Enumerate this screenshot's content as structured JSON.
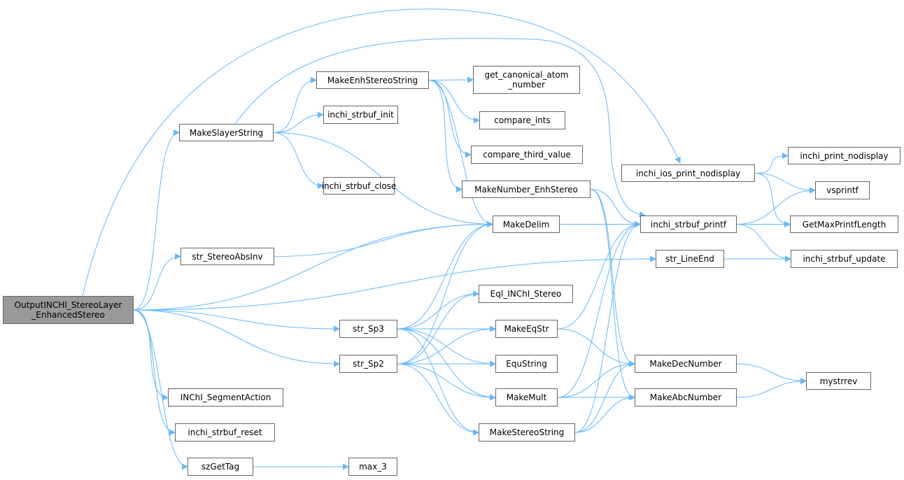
{
  "graph": {
    "root": "OutputINCHI_StereoLayer\n_EnhancedStereo",
    "nodes": {
      "root": "OutputINCHI_StereoLayer\n_EnhancedStereo",
      "MakeEnhStereoString": "MakeEnhStereoString",
      "MakeSlayerString": "MakeSlayerString",
      "inchi_strbuf_init": "inchi_strbuf_init",
      "inchi_strbuf_close": "inchi_strbuf_close",
      "str_StereoAbsInv": "str_StereoAbsInv",
      "get_canonical_atom_number": "get_canonical_atom\n_number",
      "compare_ints": "compare_ints",
      "compare_third_value": "compare_third_value",
      "MakeNumber_EnhStereo": "MakeNumber_EnhStereo",
      "MakeDelim": "MakeDelim",
      "inchi_ios_print_nodisplay": "inchi_ios_print_nodisplay",
      "inchi_print_nodisplay": "inchi_print_nodisplay",
      "vsprintf": "vsprintf",
      "inchi_strbuf_printf": "inchi_strbuf_printf",
      "GetMaxPrintfLength": "GetMaxPrintfLength",
      "str_LineEnd": "str_LineEnd",
      "inchi_strbuf_update": "inchi_strbuf_update",
      "Eql_INChI_Stereo": "Eql_INChI_Stereo",
      "str_Sp3": "str_Sp3",
      "MakeEqStr": "MakeEqStr",
      "str_Sp2": "str_Sp2",
      "EquString": "EquString",
      "MakeDecNumber": "MakeDecNumber",
      "mystrrev": "mystrrev",
      "MakeMult": "MakeMult",
      "MakeAbcNumber": "MakeAbcNumber",
      "MakeStereoString": "MakeStereoString",
      "INChI_SegmentAction": "INChI_SegmentAction",
      "inchi_strbuf_reset": "inchi_strbuf_reset",
      "szGetTag": "szGetTag",
      "max_3": "max_3"
    },
    "edges": [
      [
        "root",
        "MakeSlayerString"
      ],
      [
        "root",
        "inchi_ios_print_nodisplay"
      ],
      [
        "root",
        "MakeDelim"
      ],
      [
        "root",
        "str_StereoAbsInv"
      ],
      [
        "root",
        "str_LineEnd"
      ],
      [
        "root",
        "str_Sp3"
      ],
      [
        "root",
        "str_Sp2"
      ],
      [
        "root",
        "INChI_SegmentAction"
      ],
      [
        "root",
        "inchi_strbuf_reset"
      ],
      [
        "root",
        "szGetTag"
      ],
      [
        "MakeSlayerString",
        "MakeEnhStereoString"
      ],
      [
        "MakeSlayerString",
        "inchi_strbuf_init"
      ],
      [
        "MakeSlayerString",
        "inchi_strbuf_close"
      ],
      [
        "MakeSlayerString",
        "MakeDelim"
      ],
      [
        "MakeSlayerString",
        "inchi_strbuf_printf"
      ],
      [
        "MakeEnhStereoString",
        "get_canonical_atom_number"
      ],
      [
        "MakeEnhStereoString",
        "compare_ints"
      ],
      [
        "MakeEnhStereoString",
        "compare_third_value"
      ],
      [
        "MakeEnhStereoString",
        "MakeNumber_EnhStereo"
      ],
      [
        "MakeEnhStereoString",
        "MakeDelim"
      ],
      [
        "MakeNumber_EnhStereo",
        "inchi_strbuf_printf"
      ],
      [
        "MakeNumber_EnhStereo",
        "MakeDecNumber"
      ],
      [
        "MakeNumber_EnhStereo",
        "MakeAbcNumber"
      ],
      [
        "MakeDelim",
        "inchi_strbuf_printf"
      ],
      [
        "str_StereoAbsInv",
        "MakeDelim"
      ],
      [
        "inchi_ios_print_nodisplay",
        "inchi_print_nodisplay"
      ],
      [
        "inchi_ios_print_nodisplay",
        "vsprintf"
      ],
      [
        "inchi_ios_print_nodisplay",
        "GetMaxPrintfLength"
      ],
      [
        "inchi_strbuf_printf",
        "vsprintf"
      ],
      [
        "inchi_strbuf_printf",
        "GetMaxPrintfLength"
      ],
      [
        "inchi_strbuf_printf",
        "inchi_strbuf_update"
      ],
      [
        "str_LineEnd",
        "inchi_strbuf_update"
      ],
      [
        "str_Sp3",
        "MakeDelim"
      ],
      [
        "str_Sp3",
        "Eql_INChI_Stereo"
      ],
      [
        "str_Sp3",
        "MakeEqStr"
      ],
      [
        "str_Sp3",
        "EquString"
      ],
      [
        "str_Sp3",
        "MakeMult"
      ],
      [
        "str_Sp3",
        "MakeStereoString"
      ],
      [
        "str_Sp2",
        "MakeDelim"
      ],
      [
        "str_Sp2",
        "Eql_INChI_Stereo"
      ],
      [
        "str_Sp2",
        "MakeEqStr"
      ],
      [
        "str_Sp2",
        "EquString"
      ],
      [
        "str_Sp2",
        "MakeMult"
      ],
      [
        "str_Sp2",
        "MakeStereoString"
      ],
      [
        "MakeEqStr",
        "inchi_strbuf_printf"
      ],
      [
        "MakeEqStr",
        "MakeDecNumber"
      ],
      [
        "MakeMult",
        "inchi_strbuf_printf"
      ],
      [
        "MakeMult",
        "MakeDecNumber"
      ],
      [
        "MakeMult",
        "MakeAbcNumber"
      ],
      [
        "MakeStereoString",
        "inchi_strbuf_printf"
      ],
      [
        "MakeStereoString",
        "MakeDecNumber"
      ],
      [
        "MakeStereoString",
        "MakeAbcNumber"
      ],
      [
        "MakeDecNumber",
        "mystrrev"
      ],
      [
        "MakeAbcNumber",
        "mystrrev"
      ],
      [
        "szGetTag",
        "max_3"
      ]
    ],
    "edge_color": "#63b8ff",
    "root_fill": "#999999"
  }
}
